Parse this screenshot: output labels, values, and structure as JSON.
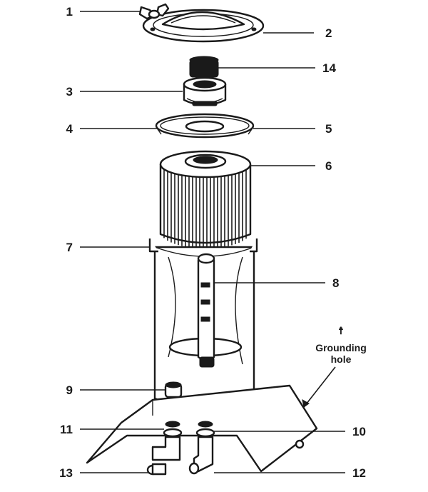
{
  "labels": {
    "l1": "1",
    "l2": "2",
    "l3": "3",
    "l4": "4",
    "l5": "5",
    "l6": "6",
    "l7": "7",
    "l8": "8",
    "l9": "9",
    "l10": "10",
    "l11": "11",
    "l12": "12",
    "l13": "13",
    "l14": "14"
  },
  "grounding": {
    "symbol": "☨",
    "line1": "Grounding",
    "line2": "hole"
  },
  "colors": {
    "ink": "#1a1a1a",
    "paper": "#ffffff"
  }
}
